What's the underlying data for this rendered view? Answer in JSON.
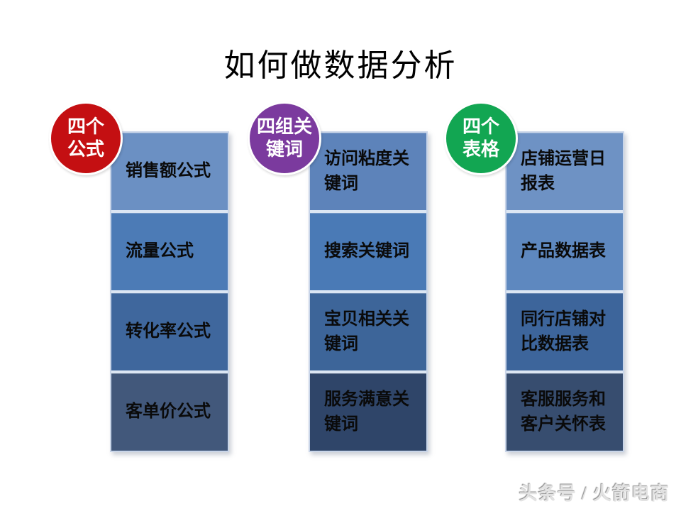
{
  "slide": {
    "title": "如何做数据分析",
    "watermark": "头条号 / 火箭电商",
    "background_color": "#ffffff"
  },
  "columns": [
    {
      "badge": {
        "color": "#c40f12",
        "lines": [
          "四个",
          "公式"
        ]
      },
      "boxes": [
        {
          "label": "销售额公式",
          "color": "#6b90c3"
        },
        {
          "label": "流量公式",
          "color": "#4c7bb6"
        },
        {
          "label": "转化率公式",
          "color": "#3f679d"
        },
        {
          "label": "客单价公式",
          "color": "#42587b"
        }
      ]
    },
    {
      "badge": {
        "color": "#7b3a9e",
        "lines": [
          "四组关",
          "键词"
        ]
      },
      "boxes": [
        {
          "label": "访问粘度关键词",
          "color": "#5d83ba"
        },
        {
          "label": "搜索关键词",
          "color": "#4a7ab6"
        },
        {
          "label": "宝贝相关关键词",
          "color": "#3d6599"
        },
        {
          "label": "服务满意关键词",
          "color": "#2f4569"
        }
      ]
    },
    {
      "badge": {
        "color": "#12a652",
        "lines": [
          "四个",
          "表格"
        ]
      },
      "boxes": [
        {
          "label": "店铺运营日报表",
          "color": "#6e92c4"
        },
        {
          "label": "产品数据表",
          "color": "#5e88bf"
        },
        {
          "label": "同行店铺对比数据表",
          "color": "#3d659b"
        },
        {
          "label": "客服服务和客户关怀表",
          "color": "#374d6f"
        }
      ]
    }
  ]
}
